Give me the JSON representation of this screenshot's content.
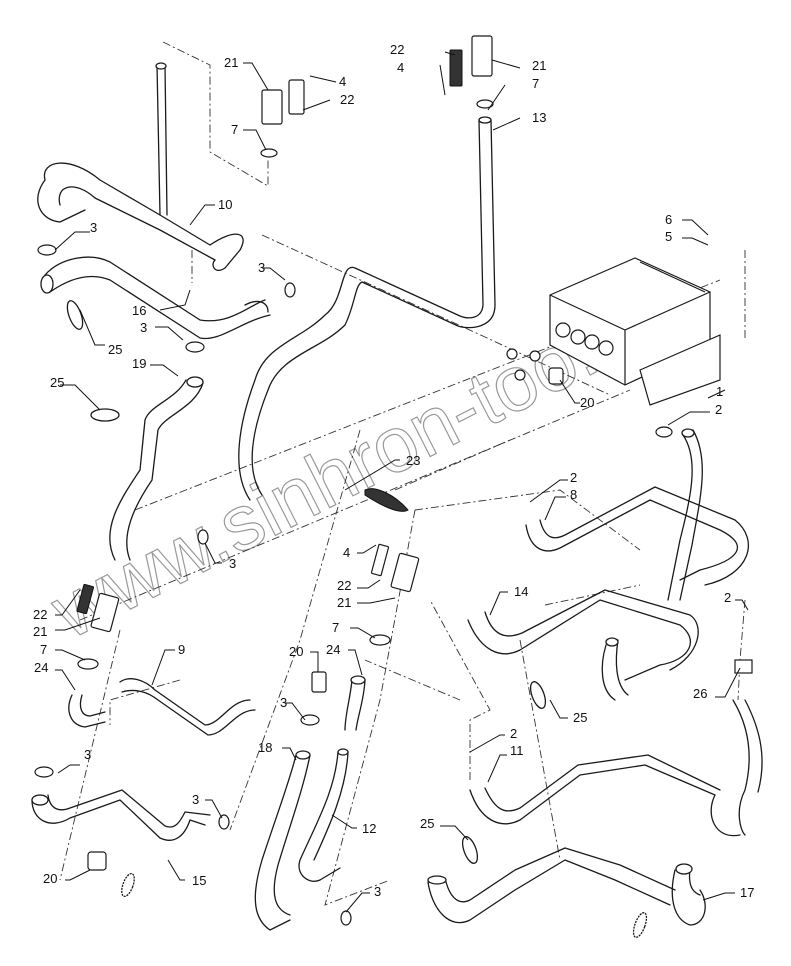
{
  "diagram": {
    "title": "Heater hose assembly - exploded parts view",
    "watermark": "www.sinhron-too.kz",
    "callouts": [
      {
        "id": "c21a",
        "label": "21"
      },
      {
        "id": "c4a",
        "label": "4"
      },
      {
        "id": "c22a",
        "label": "22"
      },
      {
        "id": "c7a",
        "label": "7"
      },
      {
        "id": "c22b",
        "label": "22"
      },
      {
        "id": "c4b",
        "label": "4"
      },
      {
        "id": "c21b",
        "label": "21"
      },
      {
        "id": "c7b",
        "label": "7"
      },
      {
        "id": "c13",
        "label": "13"
      },
      {
        "id": "c10",
        "label": "10"
      },
      {
        "id": "c3a",
        "label": "3"
      },
      {
        "id": "c3b",
        "label": "3"
      },
      {
        "id": "c16",
        "label": "16"
      },
      {
        "id": "c3c",
        "label": "3"
      },
      {
        "id": "c25a",
        "label": "25"
      },
      {
        "id": "c19",
        "label": "19"
      },
      {
        "id": "c25b",
        "label": "25"
      },
      {
        "id": "c6",
        "label": "6"
      },
      {
        "id": "c5",
        "label": "5"
      },
      {
        "id": "c1",
        "label": "1"
      },
      {
        "id": "c2a",
        "label": "2"
      },
      {
        "id": "c20a",
        "label": "20"
      },
      {
        "id": "c23",
        "label": "23"
      },
      {
        "id": "c2b",
        "label": "2"
      },
      {
        "id": "c8",
        "label": "8"
      },
      {
        "id": "c3d",
        "label": "3"
      },
      {
        "id": "c4c",
        "label": "4"
      },
      {
        "id": "c22c",
        "label": "22"
      },
      {
        "id": "c21c",
        "label": "21"
      },
      {
        "id": "c22d",
        "label": "22"
      },
      {
        "id": "c21d",
        "label": "21"
      },
      {
        "id": "c14",
        "label": "14"
      },
      {
        "id": "c2c",
        "label": "2"
      },
      {
        "id": "c7c",
        "label": "7"
      },
      {
        "id": "c24a",
        "label": "24"
      },
      {
        "id": "c9",
        "label": "9"
      },
      {
        "id": "c7d",
        "label": "7"
      },
      {
        "id": "c24b",
        "label": "24"
      },
      {
        "id": "c20b",
        "label": "20"
      },
      {
        "id": "c26",
        "label": "26"
      },
      {
        "id": "c25c",
        "label": "25"
      },
      {
        "id": "c3e",
        "label": "3"
      },
      {
        "id": "c2d",
        "label": "2"
      },
      {
        "id": "c11",
        "label": "11"
      },
      {
        "id": "c18",
        "label": "18"
      },
      {
        "id": "c3f",
        "label": "3"
      },
      {
        "id": "c3g",
        "label": "3"
      },
      {
        "id": "c12",
        "label": "12"
      },
      {
        "id": "c25d",
        "label": "25"
      },
      {
        "id": "c20c",
        "label": "20"
      },
      {
        "id": "c15",
        "label": "15"
      },
      {
        "id": "c3h",
        "label": "3"
      },
      {
        "id": "c17",
        "label": "17"
      }
    ]
  }
}
